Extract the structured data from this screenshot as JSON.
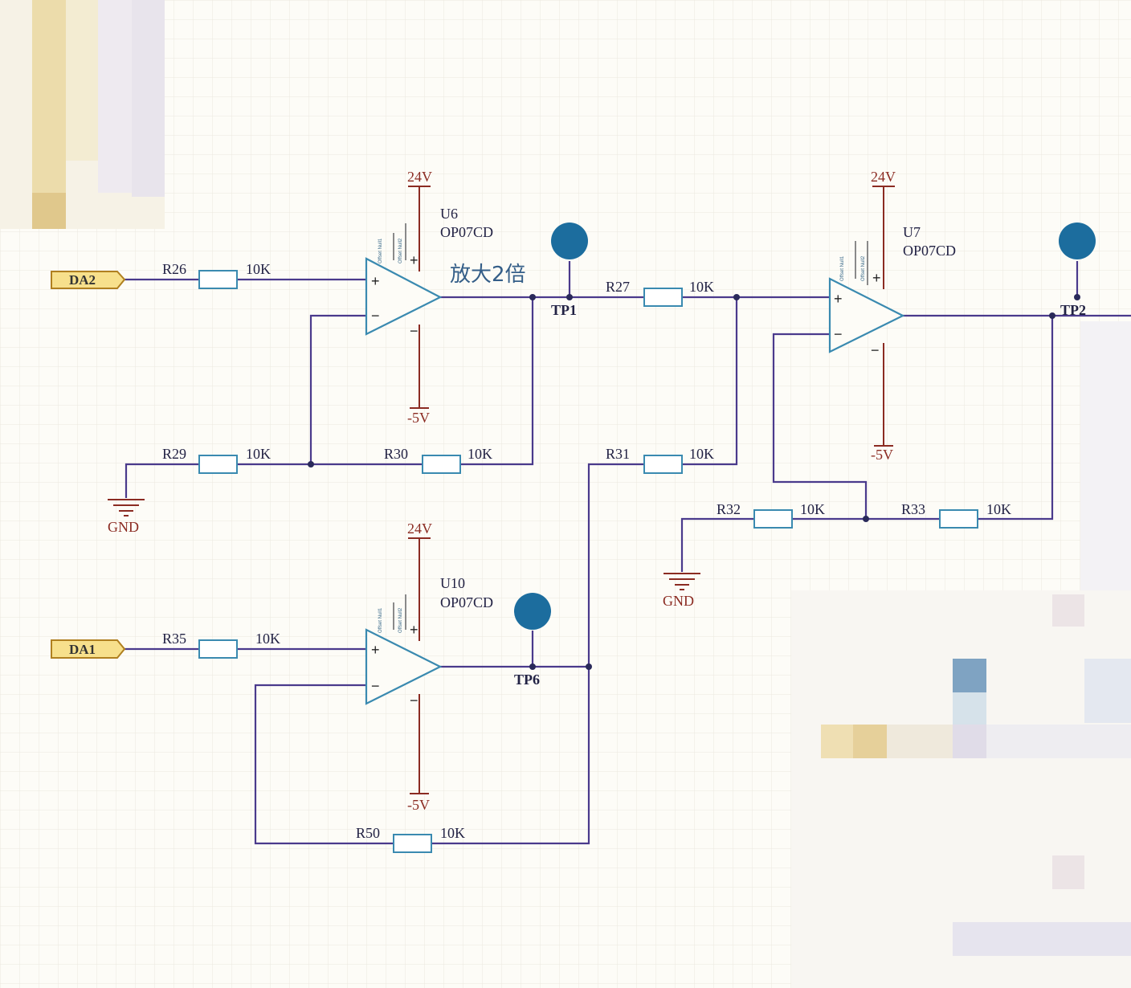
{
  "ports": {
    "da2": "DA2",
    "da1": "DA1"
  },
  "power": {
    "pos": "24V",
    "neg": "-5V",
    "gnd": "GND"
  },
  "opamps": {
    "u6": {
      "ref": "U6",
      "part": "OP07CD"
    },
    "u7": {
      "ref": "U7",
      "part": "OP07CD"
    },
    "u10": {
      "ref": "U10",
      "part": "OP07CD"
    }
  },
  "opamp_pins": {
    "plus": "+",
    "minus": "−",
    "offset1": "Offset Null1",
    "offset2": "Offset Null2"
  },
  "resistors": {
    "r26": {
      "ref": "R26",
      "value": "10K"
    },
    "r27": {
      "ref": "R27",
      "value": "10K"
    },
    "r29": {
      "ref": "R29",
      "value": "10K"
    },
    "r30": {
      "ref": "R30",
      "value": "10K"
    },
    "r31": {
      "ref": "R31",
      "value": "10K"
    },
    "r32": {
      "ref": "R32",
      "value": "10K"
    },
    "r33": {
      "ref": "R33",
      "value": "10K"
    },
    "r35": {
      "ref": "R35",
      "value": "10K"
    },
    "r50": {
      "ref": "R50",
      "value": "10K"
    }
  },
  "testpoints": {
    "tp1": "TP1",
    "tp2": "TP2",
    "tp6": "TP6"
  },
  "annotation": "放大2倍",
  "colors": {
    "wire": "#4a3a8c",
    "power": "#8b2b22",
    "component": "#3a8ab0",
    "testpoint": "#1c6d9e",
    "port_fill": "#f7e08c",
    "grid": "#e9e6dd"
  }
}
